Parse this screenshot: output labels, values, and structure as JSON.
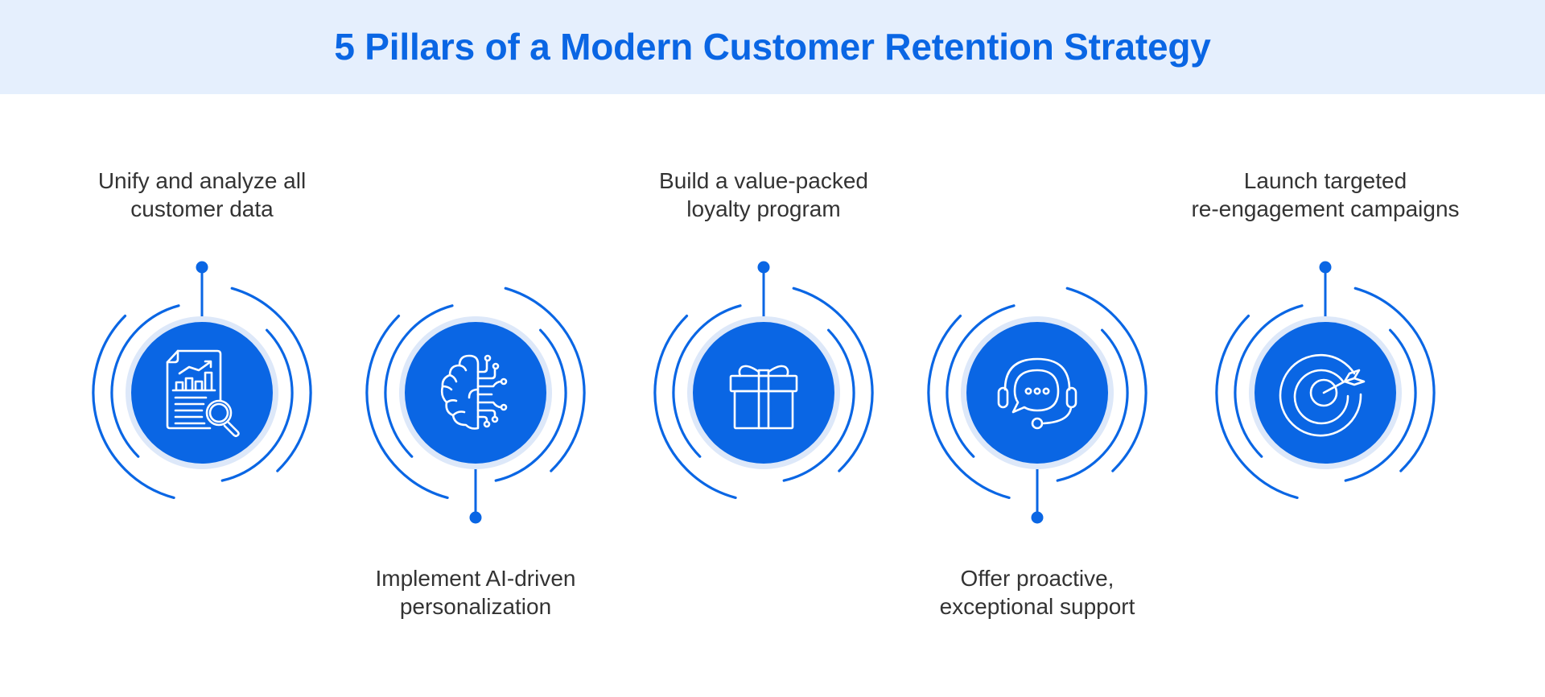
{
  "header": {
    "title": "5 Pillars of a Modern Customer Retention Strategy",
    "background": "#E5EFFD",
    "title_color": "#0A66E4"
  },
  "colors": {
    "primary": "#0A66E4",
    "halo": "#DDE8F9",
    "icon_stroke": "#FFFFFF",
    "label_text": "#333333"
  },
  "pillars": [
    {
      "index": 1,
      "label_line1": "Unify and analyze all",
      "label_line2": "customer data",
      "icon": "report-analysis-icon",
      "connector": "top"
    },
    {
      "index": 2,
      "label_line1": "Implement AI-driven",
      "label_line2": "personalization",
      "icon": "ai-brain-icon",
      "connector": "bottom"
    },
    {
      "index": 3,
      "label_line1": "Build a value-packed",
      "label_line2": "loyalty program",
      "icon": "gift-icon",
      "connector": "top"
    },
    {
      "index": 4,
      "label_line1": "Offer proactive,",
      "label_line2": "exceptional support",
      "icon": "support-headset-icon",
      "connector": "bottom"
    },
    {
      "index": 5,
      "label_line1": "Launch targeted",
      "label_line2": "re-engagement campaigns",
      "icon": "target-arrow-icon",
      "connector": "top"
    }
  ]
}
